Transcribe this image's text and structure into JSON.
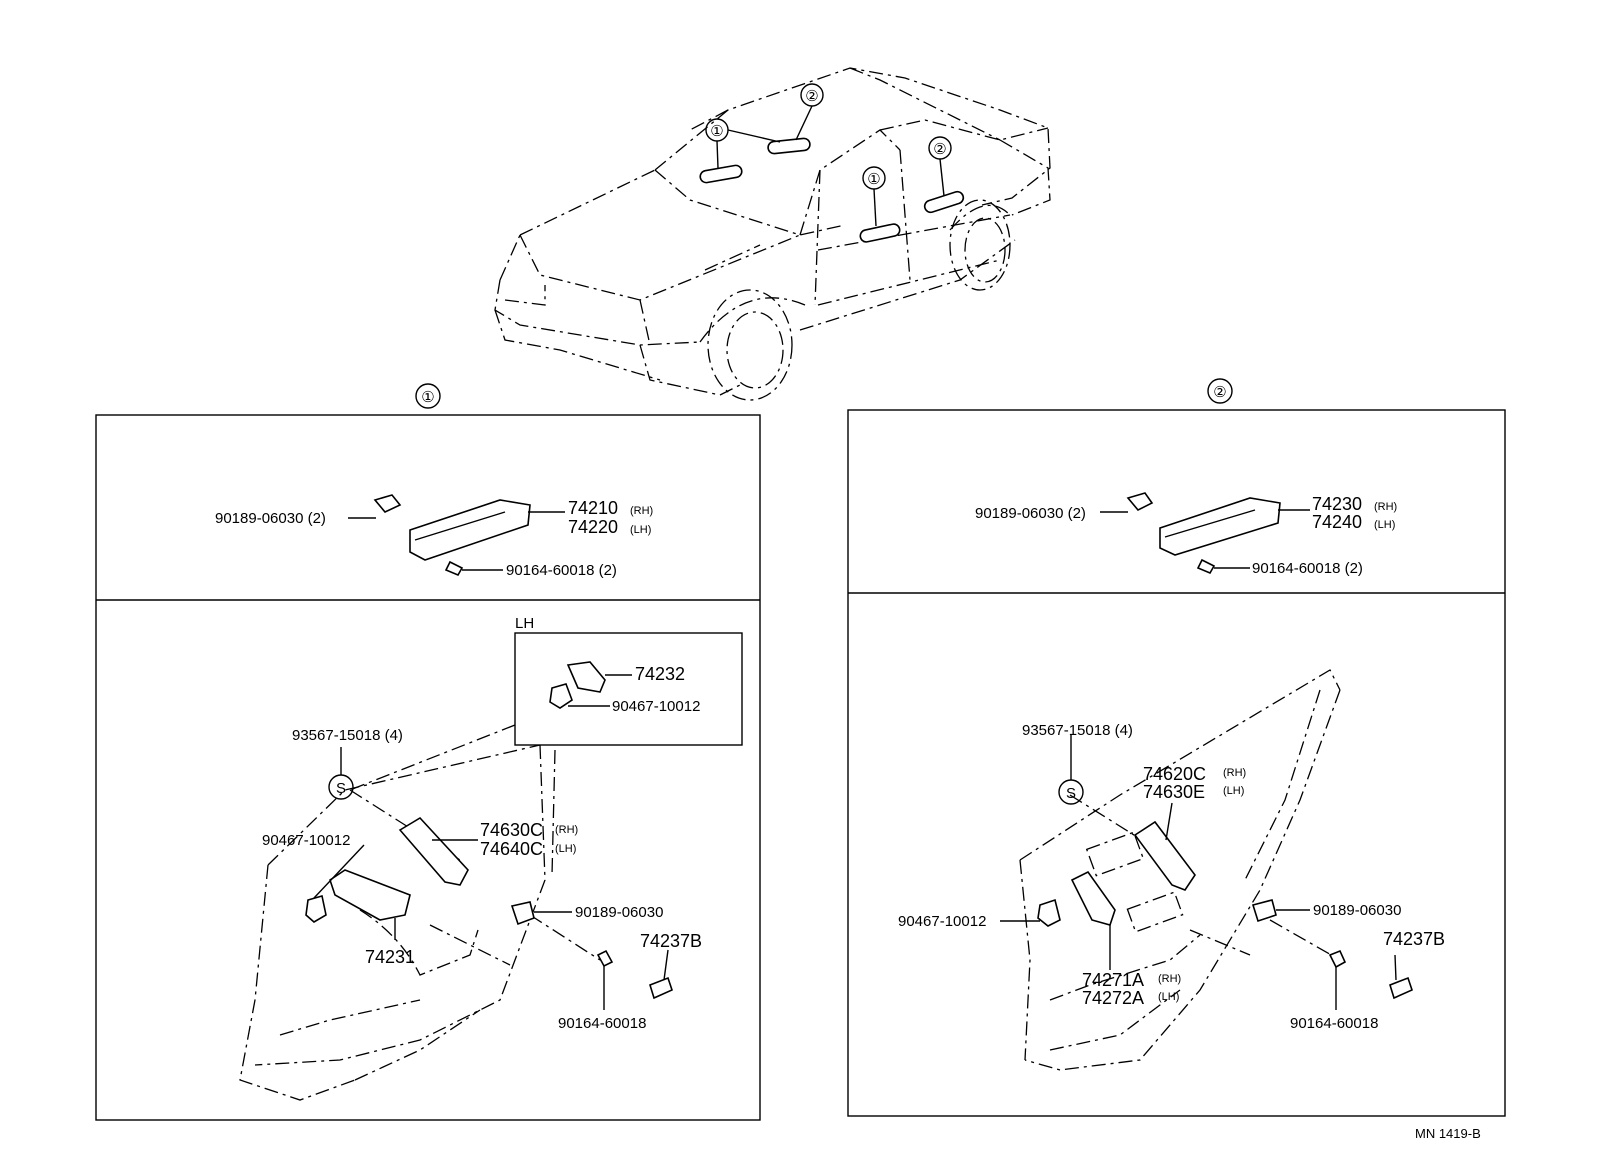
{
  "car": {
    "callouts": [
      "①",
      "②",
      "①",
      "②"
    ]
  },
  "panel1": {
    "marker": "①",
    "top": {
      "clip": "90189-06030 (2)",
      "grip_rh": "74210",
      "grip_rh_tag": "(RH)",
      "grip_lh": "74220",
      "grip_lh_tag": "(LH)",
      "screw": "90164-60018 (2)"
    },
    "bottom": {
      "lh_box_title": "LH",
      "lh_part": "74232",
      "lh_clip": "90467-10012",
      "screw_s": "93567-15018 (4)",
      "s_symbol": "S",
      "clip_left": "90467-10012",
      "handle_rh": "74630C",
      "handle_rh_tag": "(RH)",
      "handle_lh": "74640C",
      "handle_lh_tag": "(LH)",
      "base": "74231",
      "clip_right": "90189-06030",
      "cover": "74237B",
      "screw": "90164-60018"
    }
  },
  "panel2": {
    "marker": "②",
    "top": {
      "clip": "90189-06030 (2)",
      "grip_rh": "74230",
      "grip_rh_tag": "(RH)",
      "grip_lh": "74240",
      "grip_lh_tag": "(LH)",
      "screw": "90164-60018 (2)"
    },
    "bottom": {
      "screw_s": "93567-15018 (4)",
      "s_symbol": "S",
      "handle_rh": "74620C",
      "handle_rh_tag": "(RH)",
      "handle_lh": "74630E",
      "handle_lh_tag": "(LH)",
      "clip_left": "90467-10012",
      "clip_right": "90189-06030",
      "cover": "74237B",
      "base_rh": "74271A",
      "base_rh_tag": "(RH)",
      "base_lh": "74272A",
      "base_lh_tag": "(LH)",
      "screw": "90164-60018"
    }
  },
  "footer": {
    "code": "MN  1419-B"
  }
}
